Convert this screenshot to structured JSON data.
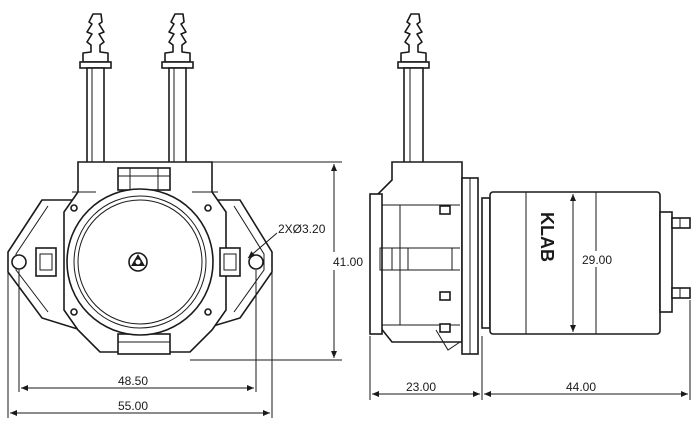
{
  "dimensions": {
    "mount_hole_spacing": "48.50",
    "overall_width": "55.00",
    "overall_height": "41.00",
    "holes": "2XØ3.20",
    "head_length": "23.00",
    "motor_length": "44.00",
    "motor_diameter": "29.00"
  },
  "brand_text": "KLAB",
  "colors": {
    "line": "#1a1a1a",
    "background": "#ffffff"
  }
}
